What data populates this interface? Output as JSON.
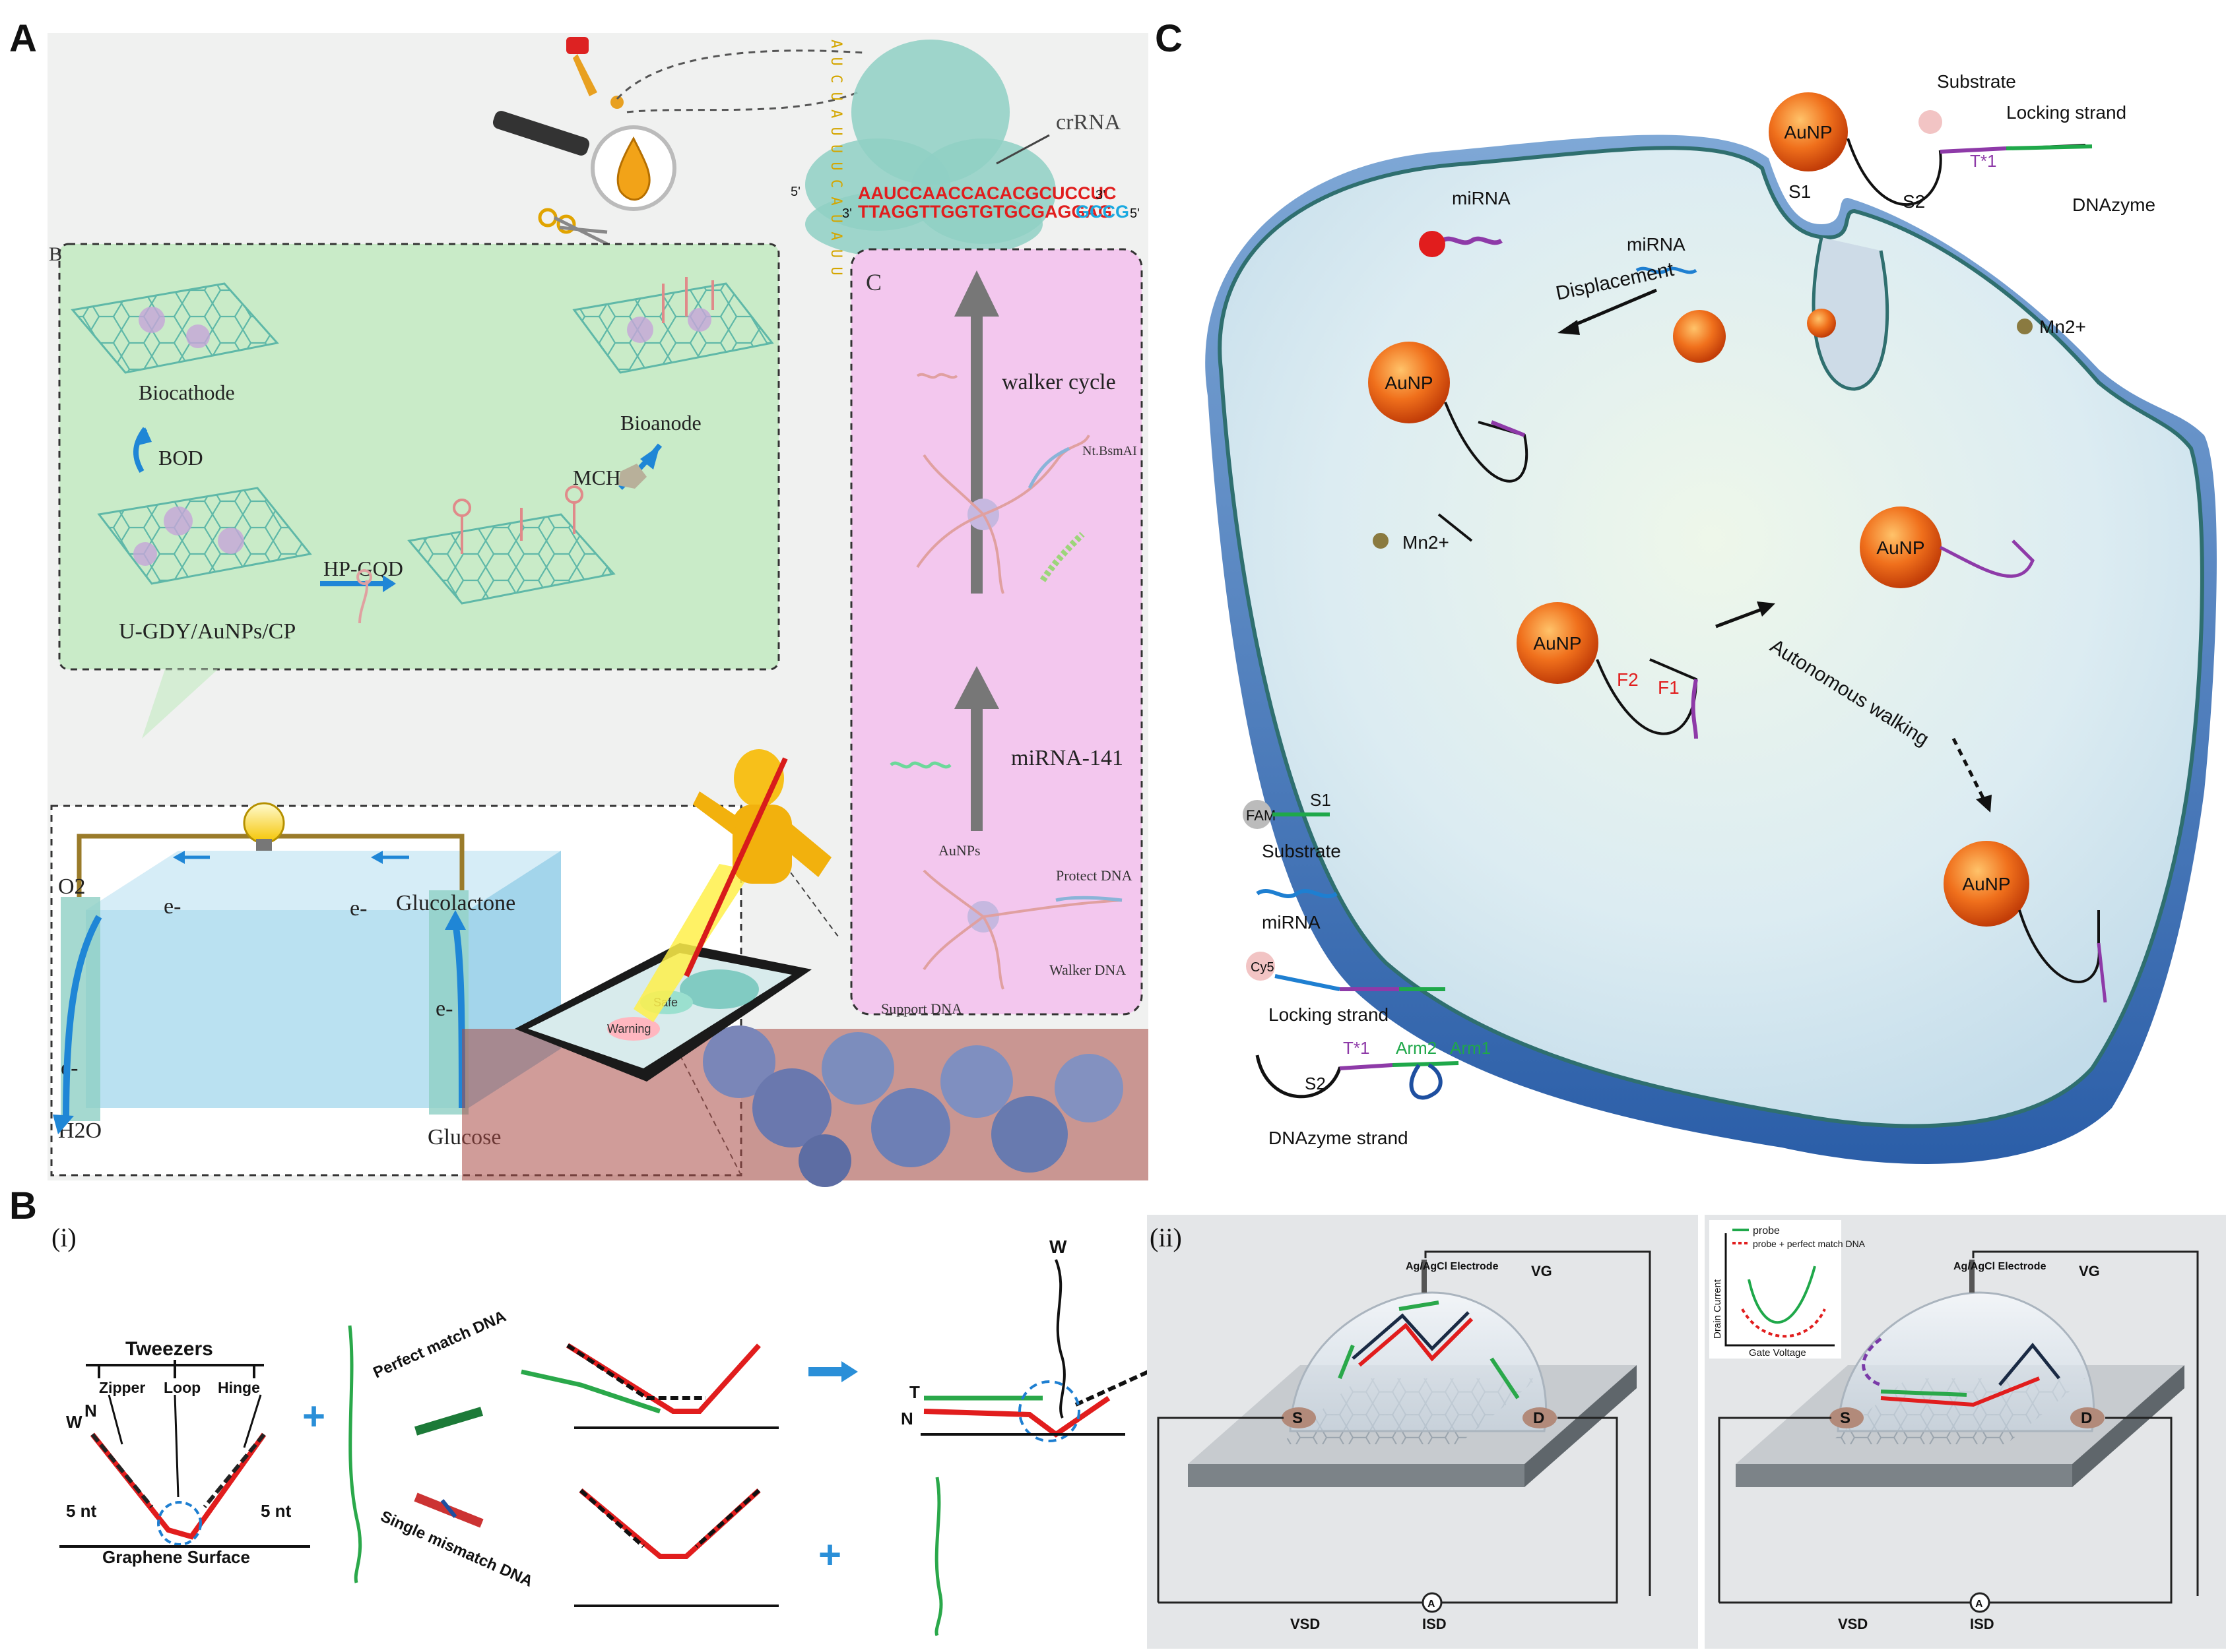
{
  "panels": {
    "a": {
      "letter": "A",
      "crrna_label": "crRNA",
      "seq_top": "AAUCCAACCACACGCUCCUC",
      "seq_bottom_red": "TTAGGTTGGTGTGCGAGGAG",
      "seq_bottom_blue": "GCCG",
      "prime5": "5'",
      "prime3": "3'",
      "loop_letters": "A U C U A U U U C A U A U U",
      "inset_b_letter": "B",
      "biocathode": "Biocathode",
      "bioanode": "Bioanode",
      "bod": "BOD",
      "mch": "MCH",
      "hp_gqd": "HP-GQD",
      "electrode": "U-GDY/AuNPs/CP",
      "o2": "O2",
      "h2o": "H2O",
      "electron": "e-",
      "gluconolactone": "Glucolactone",
      "glucose": "Glucose",
      "phone_safe": "Safe",
      "phone_warning": "Warning",
      "inset_c_letter": "C",
      "walker_cycle": "walker cycle",
      "nt_bsmai": "Nt.BsmAI",
      "mirna141": "miRNA-141",
      "aunps": "AuNPs",
      "protect_dna": "Protect DNA",
      "walker_dna": "Walker DNA",
      "support_dna": "Support DNA"
    },
    "b": {
      "letter": "B",
      "sub_i": "(i)",
      "sub_ii": "(ii)",
      "tweezers": "Tweezers",
      "zipper": "Zipper",
      "loop": "Loop",
      "hinge": "Hinge",
      "w": "W",
      "n": "N",
      "t": "T",
      "five_nt": "5 nt",
      "graphene_surface": "Graphene Surface",
      "perfect_match": "Perfect match DNA",
      "single_mismatch": "Single mismatch DNA",
      "electrode": "Ag/AgCl Electrode",
      "vg": "VG",
      "vsd": "VSD",
      "isd": "ISD",
      "s": "S",
      "d": "D",
      "a": "A",
      "legend_probe": "probe",
      "legend_probe_match": "probe + perfect match DNA",
      "drain_current": "Drain Current",
      "gate_voltage": "Gate Voltage"
    },
    "c": {
      "letter": "C",
      "substrate_top": "Substrate",
      "locking_strand_top": "Locking strand",
      "s1": "S1",
      "s2": "S2",
      "t1": "T*1",
      "dnazyme": "DNAzyme",
      "mirna": "miRNA",
      "mirna2": "miRNA",
      "displacement": "Displacement",
      "mn": "Mn2+",
      "autonomous": "Autonomous walking",
      "f1": "F1",
      "f2": "F2",
      "aunp": "AuNP",
      "legend_fam": "FAM",
      "legend_s1": "S1",
      "legend_substrate": "Substrate",
      "legend_mirna": "miRNA",
      "legend_cy5": "Cy5",
      "legend_locking": "Locking strand",
      "legend_t1": "T*1",
      "legend_arm2": "Arm2",
      "legend_arm1": "Arm1",
      "legend_s2": "S2",
      "legend_dnazyme": "DNAzyme strand"
    }
  },
  "colors": {
    "red": "#e11d1d",
    "blue": "#1e7fd1",
    "green": "#1fa84a",
    "purple": "#8e3aa8",
    "aunp": "#f0701c",
    "cell": "#dbeaf2",
    "cell_edge": "#2f6f6f"
  }
}
